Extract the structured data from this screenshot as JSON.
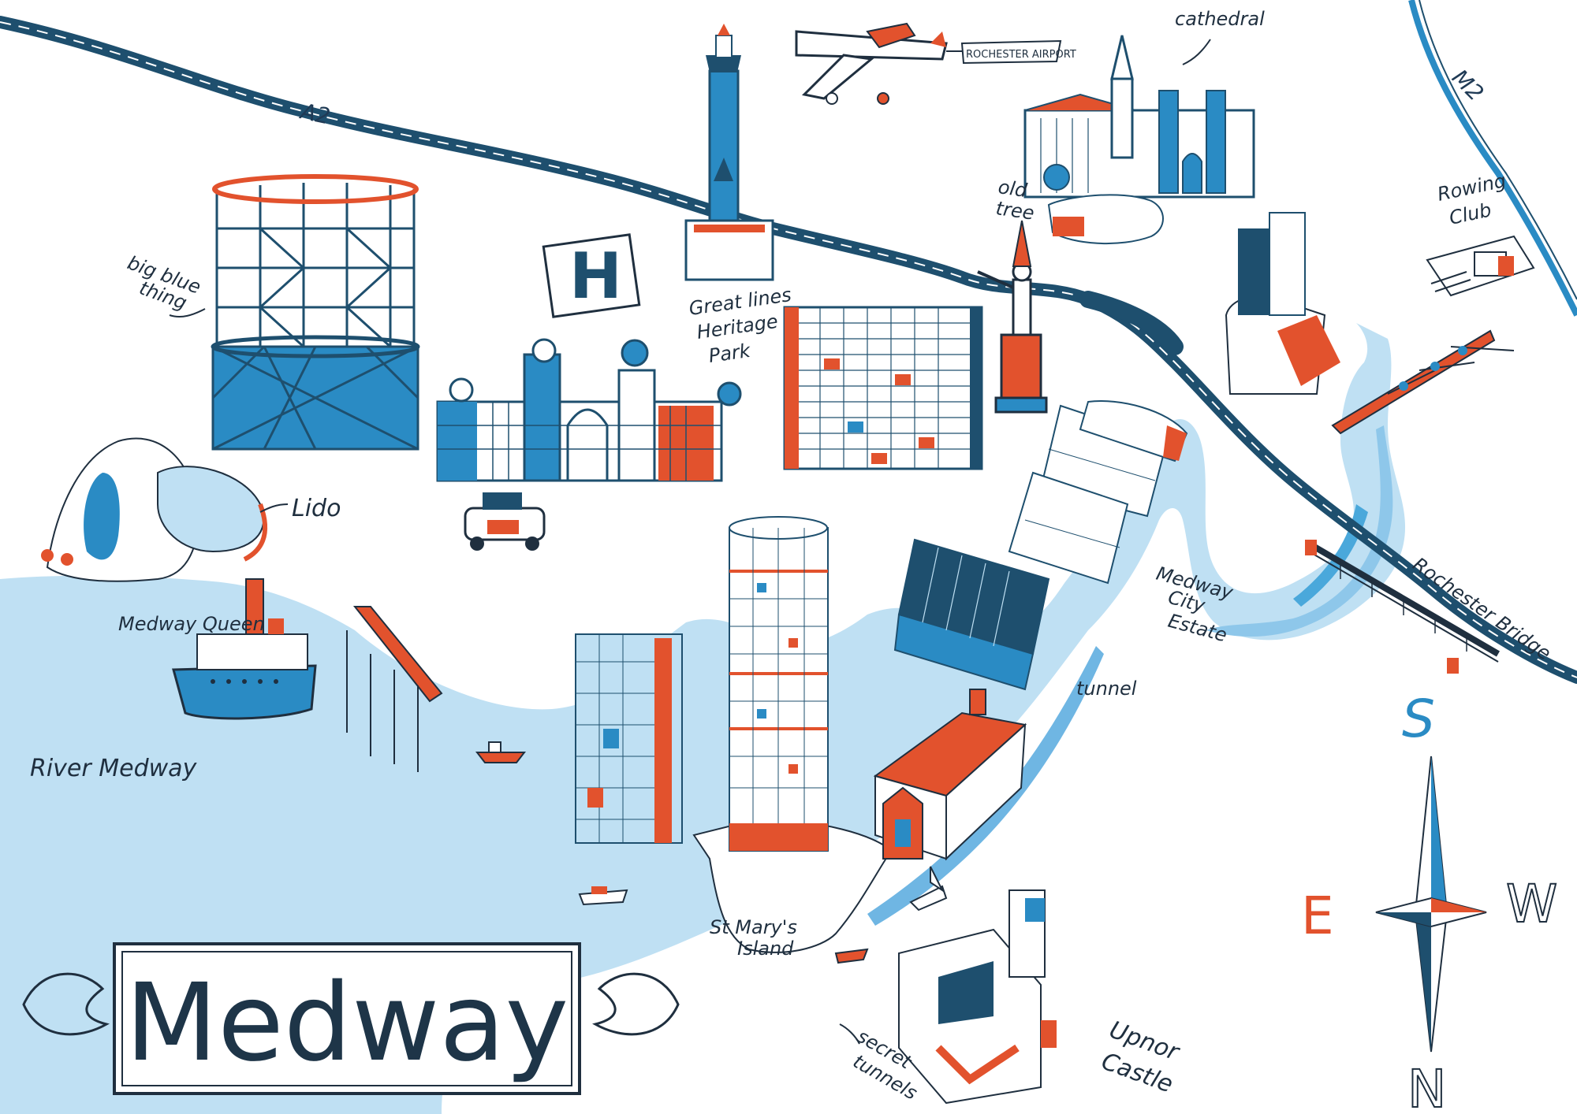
{
  "title": "Medway",
  "colors": {
    "water": "#bfe0f3",
    "water_deep": "#4aa8db",
    "navy": "#1e4f6e",
    "blue": "#2a8bc4",
    "orange": "#e2522d",
    "ink": "#1f2f3f"
  },
  "roads": [
    {
      "id": "a2",
      "label": "A2"
    },
    {
      "id": "m2",
      "label": "M2"
    }
  ],
  "labels": {
    "big_blue_thing": [
      "big blue",
      "thing"
    ],
    "great_lines": [
      "Great lines",
      "Heritage",
      "Park"
    ],
    "lido": "Lido",
    "medway_queen": "Medway Queen",
    "river_medway": "River Medway",
    "st_marys": [
      "St Mary's",
      "Island"
    ],
    "tunnel": "tunnel",
    "medway_city_estate": [
      "Medway",
      "City",
      "Estate"
    ],
    "rochester_bridge": "Rochester Bridge",
    "rowing_club": [
      "Rowing",
      "Club"
    ],
    "cathedral": "cathedral",
    "old_tree": [
      "old",
      "tree"
    ],
    "rochester_airport": "ROCHESTER AIRPORT",
    "secret_tunnels": [
      "secret",
      "tunnels"
    ],
    "upnor_castle": [
      "Upnor",
      "Castle"
    ],
    "helipad": "H"
  },
  "compass": {
    "top": "S",
    "bottom": "N",
    "left": "E",
    "right": "W"
  },
  "icons": [
    "gas-holder-icon",
    "tower-monument-icon",
    "helipad-icon",
    "airplane-icon",
    "cathedral-icon",
    "statue-icon",
    "tower-block-icon",
    "town-hall-icon",
    "tank-icon",
    "lido-icon",
    "paddle-steamer-icon",
    "pier-icon",
    "glass-tower-icon",
    "round-tower-icon",
    "dockyard-shed-icon",
    "dock-building-icon",
    "castle-icon",
    "boat-icon",
    "rowing-boat-icon",
    "rowing-club-icon",
    "bridge-icon",
    "compass-rose-icon"
  ]
}
